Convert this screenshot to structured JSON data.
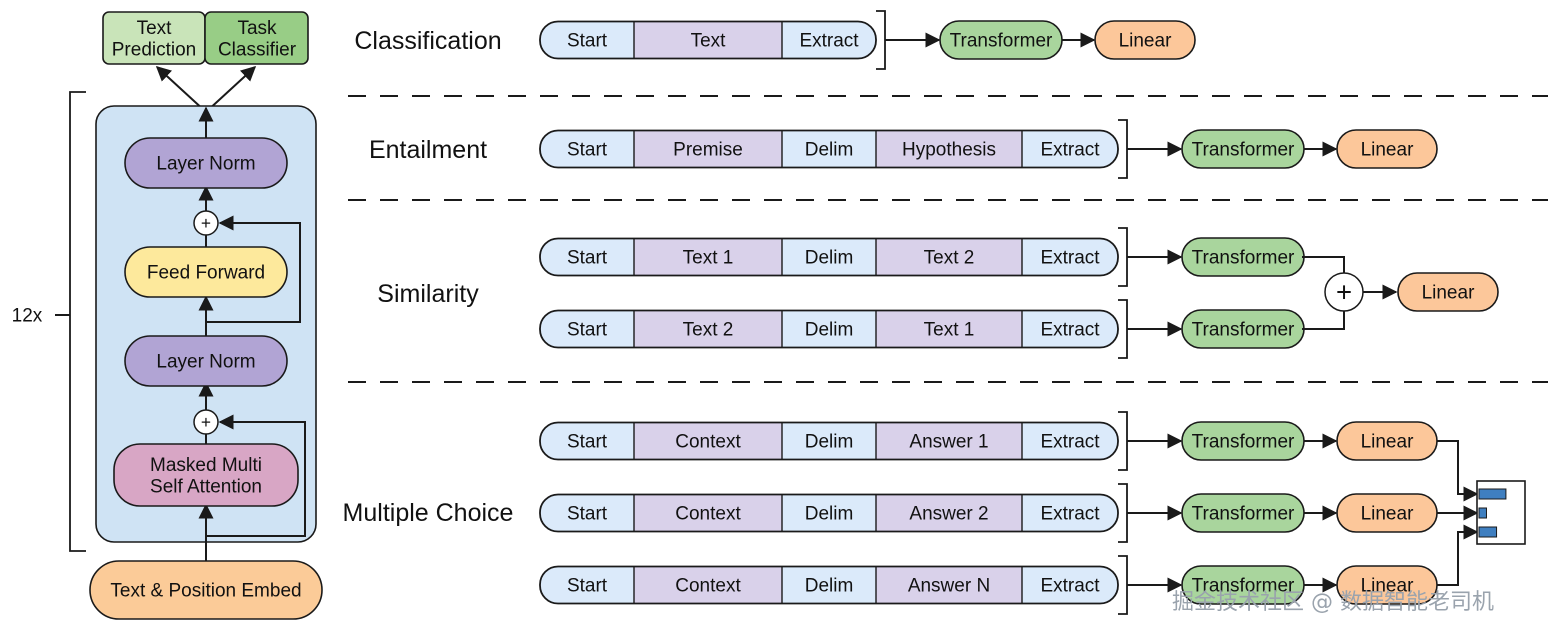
{
  "colors": {
    "token_blue": "#dbeafa",
    "token_purple": "#d9d1ea",
    "transformer_green": "#a9d59d",
    "linear_orange": "#fcc79a",
    "output_green_light": "#c9e4b9",
    "output_green_dark": "#98cd86",
    "stack_panel": "#cfe3f4",
    "layer_norm": "#b1a4d4",
    "feed_forward": "#fde99c",
    "attention": "#d8a6c5",
    "embed": "#fbcb98",
    "bar_fill": "#3f7fc0",
    "stroke": "#1a1a1a"
  },
  "architecture": {
    "outputs": [
      "Text\nPrediction",
      "Task\nClassifier"
    ],
    "repeat_label": "12x",
    "layer_norm_top": "Layer Norm",
    "feed_forward": "Feed Forward",
    "layer_norm_bottom": "Layer Norm",
    "attention": "Masked Multi\nSelf Attention",
    "embed": "Text & Position Embed",
    "plus_symbol": "+"
  },
  "tasks": [
    {
      "name": "Classification",
      "rows": [
        {
          "tokens": [
            "Start",
            "Text",
            "Extract"
          ]
        }
      ],
      "transformer": "Transformer",
      "linear": "Linear"
    },
    {
      "name": "Entailment",
      "rows": [
        {
          "tokens": [
            "Start",
            "Premise",
            "Delim",
            "Hypothesis",
            "Extract"
          ]
        }
      ],
      "transformer": "Transformer",
      "linear": "Linear"
    },
    {
      "name": "Similarity",
      "rows": [
        {
          "tokens": [
            "Start",
            "Text 1",
            "Delim",
            "Text 2",
            "Extract"
          ]
        },
        {
          "tokens": [
            "Start",
            "Text 2",
            "Delim",
            "Text 1",
            "Extract"
          ]
        }
      ],
      "transformer": "Transformer",
      "linear": "Linear",
      "plus_symbol": "+"
    },
    {
      "name": "Multiple Choice",
      "rows": [
        {
          "tokens": [
            "Start",
            "Context",
            "Delim",
            "Answer 1",
            "Extract"
          ]
        },
        {
          "tokens": [
            "Start",
            "Context",
            "Delim",
            "Answer 2",
            "Extract"
          ]
        },
        {
          "tokens": [
            "Start",
            "Context",
            "Delim",
            "Answer N",
            "Extract"
          ]
        }
      ],
      "transformer": "Transformer",
      "linear": "Linear",
      "softmax_bars": [
        0.72,
        0.18,
        0.46
      ]
    }
  ],
  "watermark": "掘金技术社区 @ 数据智能老司机"
}
